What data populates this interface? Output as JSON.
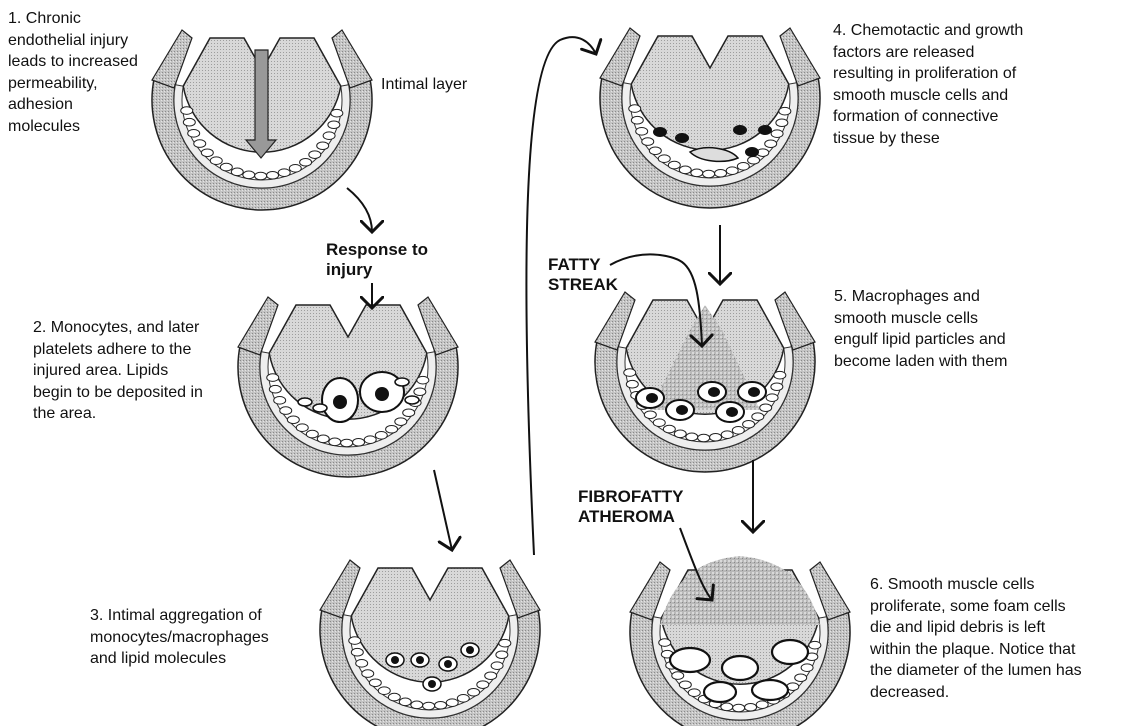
{
  "steps": [
    {
      "text": "1.  Chronic\nendothelial injury\nleads to increased\npermeability,\nadhesion\nmolecules"
    },
    {
      "text": "2.  Monocytes, and later\nplatelets adhere to the\ninjured area.  Lipids\nbegin to be deposited in\nthe area."
    },
    {
      "text": "3.  Intimal aggregation of\nmonocytes/macrophages\nand lipid molecules"
    },
    {
      "text": "4.  Chemotactic and growth\nfactors are released\nresulting in proliferation of\nsmooth muscle cells and\nformation of connective\ntissue by these"
    },
    {
      "text": "5.  Macrophages and\nsmooth muscle cells\nengulf lipid particles and\nbecome laden with them"
    },
    {
      "text": "6.  Smooth muscle cells\nproliferate, some foam cells\ndie and lipid debris is left\nwithin the plaque.  Notice that\nthe diameter of the lumen has\ndecreased."
    }
  ],
  "labels": {
    "intimal_layer": "Intimal layer",
    "response_to_injury": "Response to\ninjury",
    "fatty_streak": "FATTY\nSTREAK",
    "fibrofatty_atheroma": "FIBROFATTY\nATHEROMA"
  }
}
